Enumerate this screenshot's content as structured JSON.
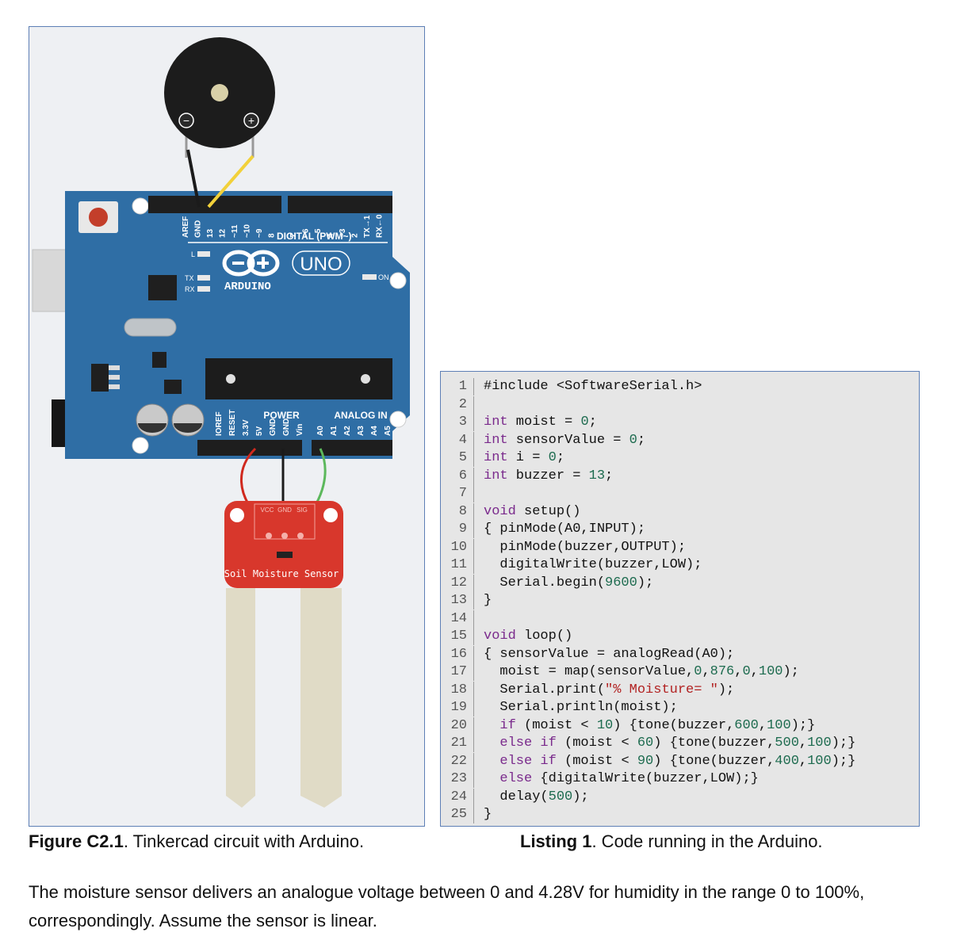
{
  "figure": {
    "board": {
      "brand": "ARDUINO",
      "model": "UNO",
      "digital_label": "DIGITAL (PWM~)",
      "power_label": "POWER",
      "analog_label": "ANALOG IN",
      "on_label": "ON",
      "l_label": "L",
      "tx_label": "TX",
      "rx_label": "RX",
      "digital_pins": [
        "AREF",
        "GND",
        "13",
        "12",
        "~11",
        "~10",
        "~9",
        "8",
        "7",
        "~6",
        "~5",
        "4",
        "~3",
        "2",
        "TX→1",
        "RX←0"
      ],
      "power_pins": [
        "IOREF",
        "RESET",
        "3.3V",
        "5V",
        "GND",
        "GND",
        "Vin"
      ],
      "analog_pins": [
        "A0",
        "A1",
        "A2",
        "A3",
        "A4",
        "A5"
      ]
    },
    "buzzer": {
      "minus": "−",
      "plus": "+"
    },
    "sensor": {
      "label": "Soil Moisture Sensor",
      "pins": [
        "VCC",
        "GND",
        "SIG"
      ]
    },
    "colors": {
      "board": "#2f6ea5",
      "sensor": "#d8372c",
      "wire_red": "#d0291e",
      "wire_green": "#5cb85c",
      "wire_yellow": "#f2d13a",
      "wire_black": "#1b1b1b"
    }
  },
  "code": {
    "lines": [
      [
        {
          "t": "#include <SoftwareSerial.h>",
          "c": ""
        }
      ],
      [
        {
          "t": "",
          "c": ""
        }
      ],
      [
        {
          "t": "int",
          "c": "kw"
        },
        {
          "t": " moist = ",
          "c": ""
        },
        {
          "t": "0",
          "c": "num"
        },
        {
          "t": ";",
          "c": ""
        }
      ],
      [
        {
          "t": "int",
          "c": "kw"
        },
        {
          "t": " sensorValue = ",
          "c": ""
        },
        {
          "t": "0",
          "c": "num"
        },
        {
          "t": ";",
          "c": ""
        }
      ],
      [
        {
          "t": "int",
          "c": "kw"
        },
        {
          "t": " i = ",
          "c": ""
        },
        {
          "t": "0",
          "c": "num"
        },
        {
          "t": ";",
          "c": ""
        }
      ],
      [
        {
          "t": "int",
          "c": "kw"
        },
        {
          "t": " buzzer = ",
          "c": ""
        },
        {
          "t": "13",
          "c": "num"
        },
        {
          "t": ";",
          "c": ""
        }
      ],
      [
        {
          "t": "",
          "c": ""
        }
      ],
      [
        {
          "t": "void",
          "c": "kw"
        },
        {
          "t": " setup()",
          "c": ""
        }
      ],
      [
        {
          "t": "{ pinMode(A0,INPUT);",
          "c": ""
        }
      ],
      [
        {
          "t": "  pinMode(buzzer,OUTPUT);",
          "c": ""
        }
      ],
      [
        {
          "t": "  digitalWrite(buzzer,LOW);",
          "c": ""
        }
      ],
      [
        {
          "t": "  Serial.begin(",
          "c": ""
        },
        {
          "t": "9600",
          "c": "num"
        },
        {
          "t": ");",
          "c": ""
        }
      ],
      [
        {
          "t": "}",
          "c": ""
        }
      ],
      [
        {
          "t": "",
          "c": ""
        }
      ],
      [
        {
          "t": "void",
          "c": "kw"
        },
        {
          "t": " loop()",
          "c": ""
        }
      ],
      [
        {
          "t": "{ sensorValue = analogRead(A0);",
          "c": ""
        }
      ],
      [
        {
          "t": "  moist = map(sensorValue,",
          "c": ""
        },
        {
          "t": "0",
          "c": "num"
        },
        {
          "t": ",",
          "c": ""
        },
        {
          "t": "876",
          "c": "num"
        },
        {
          "t": ",",
          "c": ""
        },
        {
          "t": "0",
          "c": "num"
        },
        {
          "t": ",",
          "c": ""
        },
        {
          "t": "100",
          "c": "num"
        },
        {
          "t": ");",
          "c": ""
        }
      ],
      [
        {
          "t": "  Serial.print(",
          "c": ""
        },
        {
          "t": "\"% Moisture= \"",
          "c": "str"
        },
        {
          "t": ");",
          "c": ""
        }
      ],
      [
        {
          "t": "  Serial.println(moist);",
          "c": ""
        }
      ],
      [
        {
          "t": "  ",
          "c": ""
        },
        {
          "t": "if",
          "c": "kw"
        },
        {
          "t": " (moist < ",
          "c": ""
        },
        {
          "t": "10",
          "c": "num"
        },
        {
          "t": ") {tone(buzzer,",
          "c": ""
        },
        {
          "t": "600",
          "c": "num"
        },
        {
          "t": ",",
          "c": ""
        },
        {
          "t": "100",
          "c": "num"
        },
        {
          "t": ");}",
          "c": ""
        }
      ],
      [
        {
          "t": "  ",
          "c": ""
        },
        {
          "t": "else if",
          "c": "kw"
        },
        {
          "t": " (moist < ",
          "c": ""
        },
        {
          "t": "60",
          "c": "num"
        },
        {
          "t": ") {tone(buzzer,",
          "c": ""
        },
        {
          "t": "500",
          "c": "num"
        },
        {
          "t": ",",
          "c": ""
        },
        {
          "t": "100",
          "c": "num"
        },
        {
          "t": ");}",
          "c": ""
        }
      ],
      [
        {
          "t": "  ",
          "c": ""
        },
        {
          "t": "else if",
          "c": "kw"
        },
        {
          "t": " (moist < ",
          "c": ""
        },
        {
          "t": "90",
          "c": "num"
        },
        {
          "t": ") {tone(buzzer,",
          "c": ""
        },
        {
          "t": "400",
          "c": "num"
        },
        {
          "t": ",",
          "c": ""
        },
        {
          "t": "100",
          "c": "num"
        },
        {
          "t": ");}",
          "c": ""
        }
      ],
      [
        {
          "t": "  ",
          "c": ""
        },
        {
          "t": "else",
          "c": "kw"
        },
        {
          "t": " {digitalWrite(buzzer,LOW);}",
          "c": ""
        }
      ],
      [
        {
          "t": "  delay(",
          "c": ""
        },
        {
          "t": "500",
          "c": "num"
        },
        {
          "t": ");",
          "c": ""
        }
      ],
      [
        {
          "t": "}",
          "c": ""
        }
      ]
    ]
  },
  "captions": {
    "figure_label": "Figure C2.1",
    "figure_text": ". Tinkercad circuit with Arduino.",
    "listing_label": "Listing 1",
    "listing_text": ". Code running in the Arduino."
  },
  "body_text": "The moisture sensor delivers an analogue voltage between 0 and 4.28V for humidity in the range 0 to 100%, correspondingly. Assume the sensor is linear."
}
